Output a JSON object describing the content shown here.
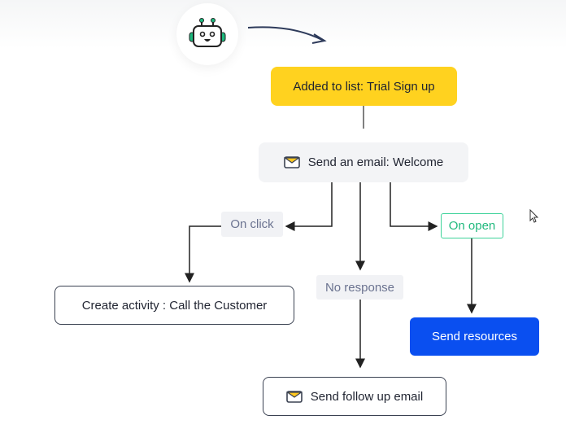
{
  "trigger": {
    "label": "Added to list: Trial Sign up",
    "color": "#FFD21F"
  },
  "email_step": {
    "label": "Send an email: Welcome",
    "icon": "envelope-icon"
  },
  "branches": {
    "on_click": "On click",
    "no_response": "No response",
    "on_open": "On open"
  },
  "actions": {
    "create_activity": "Create activity : Call the Customer",
    "follow_up": "Send follow up email",
    "send_resources": "Send resources"
  },
  "colors": {
    "accent_blue": "#0A4FF0",
    "green": "#21B97E"
  }
}
